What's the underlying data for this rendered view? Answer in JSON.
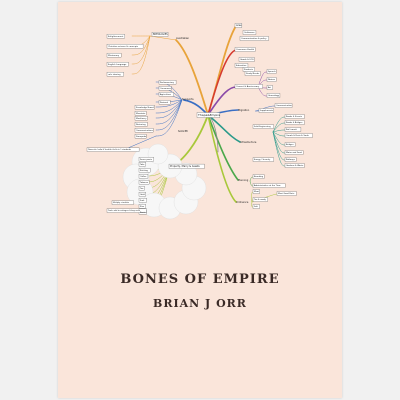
{
  "cover": {
    "title": "BONES OF EMPIRE",
    "author": "BRIAN J ORR"
  },
  "mindmap": {
    "center": "Thapa&Empire",
    "small_label": "SAAS BB",
    "left_top": {
      "hub": "Australian",
      "sub": "BIPPOLOGIES",
      "items": [
        "Enlightenment",
        "Christian science & concepts",
        "Missionary",
        "English Language",
        "rule sharing"
      ]
    },
    "left_mid": {
      "hub": "Supports",
      "items": [
        "Parliamentary",
        "Consumers",
        "Agriculture",
        "Pastoral",
        "Knowledge Brand",
        "Mountain",
        "Machinery",
        "Nurturing",
        "Communications",
        "Stampede"
      ],
      "note": "Domestic: India & Scottish thefts in 1 standards"
    },
    "left_bottom": {
      "hub": "Property, Marry & Assets",
      "items": [
        "Fence posts",
        "Take",
        "Knitting",
        "Coffee",
        "Tobacco",
        "Tea",
        "Gold",
        "Fruit",
        "Pine",
        "Roots"
      ],
      "notes": [
        "Multiply, stockists",
        "Tools: sold to cottagers & buys milk"
      ]
    },
    "right_top": {
      "items": [
        "NZAU",
        "Ordinance",
        "Communication & policy",
        "Consumer Health",
        "Goods & LPG",
        "Education",
        "Products",
        "Study Needs",
        "Current & Anniversary",
        "Speech",
        "Nature",
        "Art",
        "Genealogy"
      ]
    },
    "right_mid": {
      "hubs": [
        "Migration",
        "Infrastructure"
      ],
      "items": [
        "Supplements",
        "Communication",
        "Roads & Streets",
        "Roads & Bridges",
        "Rail transit",
        "Canals & Ports & Yards",
        "Bridges",
        "Water and Food",
        "Railways",
        "Gardens & Waste"
      ],
      "subhubs": [
        "Solid Engineering",
        "Energy / Security"
      ]
    },
    "right_bottom": {
      "hubs": [
        "Planning",
        "Ordinance"
      ],
      "items": [
        "Branding",
        "Administrative at the Time",
        "Meat",
        "Most Good Ports",
        "Tea & ready",
        "Salt"
      ]
    },
    "colors": {
      "orange": "#e8a33a",
      "red": "#d63b2f",
      "purple": "#8a4aa8",
      "blue": "#3a6fc4",
      "teal": "#2a9a8a",
      "green": "#4aa84a",
      "lime": "#a8c83a",
      "gray": "#8a8a8a",
      "cloud": "#f7f7f7"
    }
  }
}
